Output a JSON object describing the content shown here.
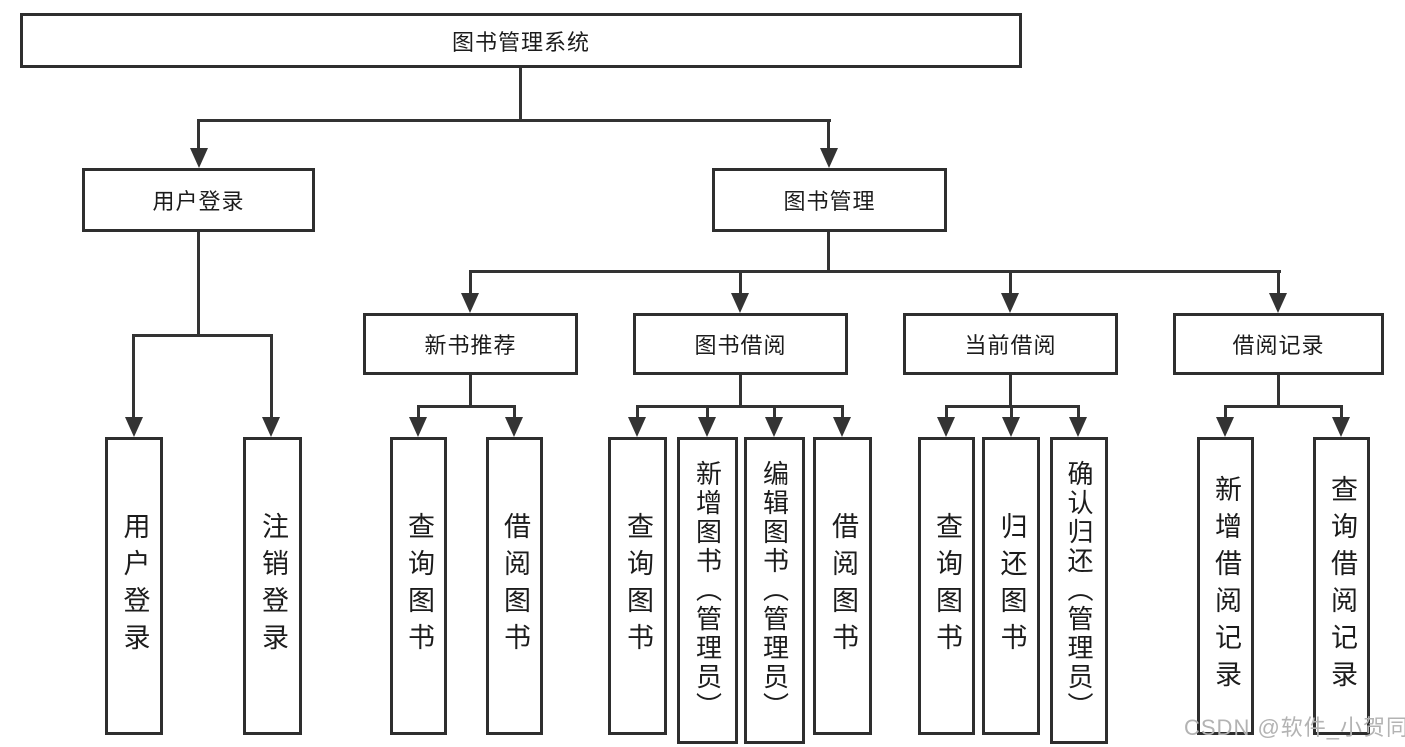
{
  "diagram_title": "图书管理系统",
  "tree": {
    "label": "图书管理系统",
    "children": [
      {
        "label": "用户登录",
        "children": [
          {
            "label": "用户登录"
          },
          {
            "label": "注销登录"
          }
        ]
      },
      {
        "label": "图书管理",
        "children": [
          {
            "label": "新书推荐",
            "children": [
              {
                "label": "查询图书"
              },
              {
                "label": "借阅图书"
              }
            ]
          },
          {
            "label": "图书借阅",
            "children": [
              {
                "label": "查询图书"
              },
              {
                "label": "新增图书（管理员）"
              },
              {
                "label": "编辑图书（管理员）"
              },
              {
                "label": "借阅图书"
              }
            ]
          },
          {
            "label": "当前借阅",
            "children": [
              {
                "label": "查询图书"
              },
              {
                "label": "归还图书"
              },
              {
                "label": "确认归还（管理员）"
              }
            ]
          },
          {
            "label": "借阅记录",
            "children": [
              {
                "label": "新增借阅记录"
              },
              {
                "label": "查询借阅记录"
              }
            ]
          }
        ]
      }
    ]
  },
  "watermark": {
    "text": "CSDN @软件_小贺同学"
  },
  "colors": {
    "line": "#333333",
    "box_border": "#2e2e2e",
    "text": "#1c1c1c",
    "watermark": "#b3b3b3",
    "background": "#ffffff"
  }
}
